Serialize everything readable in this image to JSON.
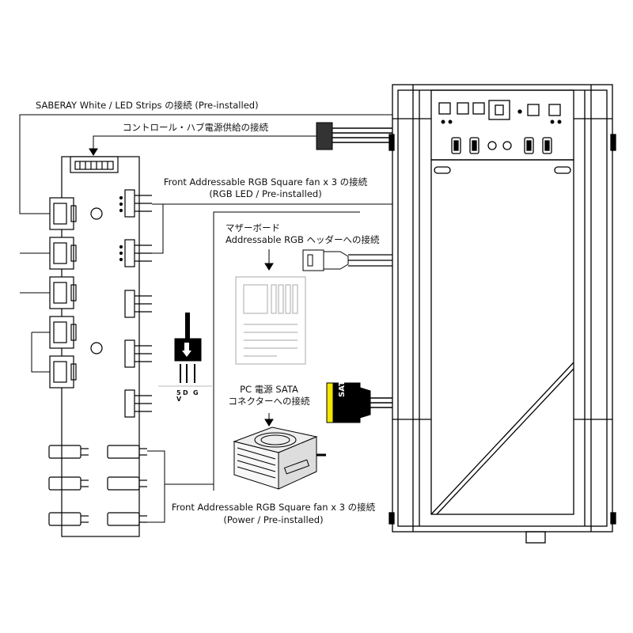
{
  "labels": {
    "saberay": "SABERAY White / LED Strips の接続 (Pre-installed)",
    "hub_power": "コントロール・ハブ電源供給の接続",
    "front_rgb_line1": "Front Addressable RGB Square fan x 3 の接続",
    "front_rgb_line2": "(RGB LED / Pre-installed)",
    "mb_line1": "マザーボード",
    "mb_line2": "Addressable RGB ヘッダーへの接続",
    "psu_line1": "PC 電源 SATA",
    "psu_line2": "コネクターへの接続",
    "front_power_line1": "Front Addressable RGB Square fan x 3 の接続",
    "front_power_line2": "(Power / Pre-installed)",
    "sata_tag": "SATA",
    "pin_5v": "5",
    "pin_v": "V",
    "pin_d": "D",
    "pin_g": "G"
  },
  "colors": {
    "line": "#000000",
    "light_gray": "#b8b8b8",
    "sata_yellow": "#f2e600"
  }
}
